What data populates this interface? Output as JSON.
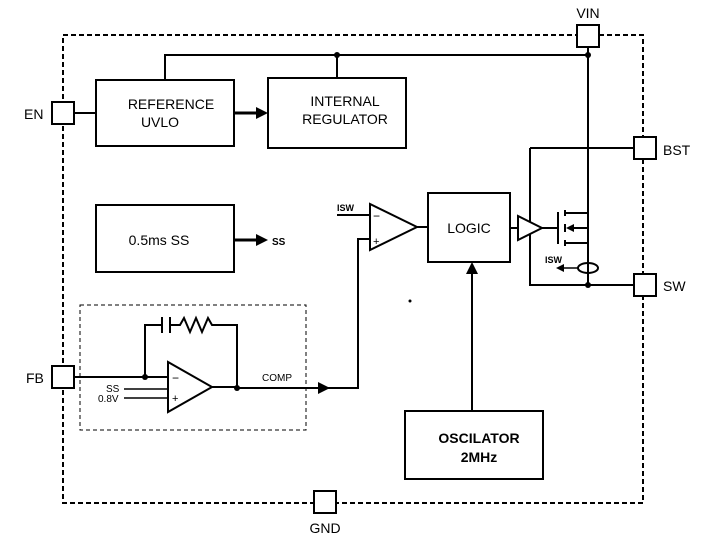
{
  "pins": {
    "vin": "VIN",
    "en": "EN",
    "bst": "BST",
    "sw": "SW",
    "fb": "FB",
    "gnd": "GND"
  },
  "blocks": {
    "reference_line1": "REFERENCE",
    "reference_line2": "UVLO",
    "internal_line1": "INTERNAL",
    "internal_line2": "REGULATOR",
    "softstart": "0.5ms SS",
    "softstart_out": "SS",
    "logic": "LOGIC",
    "oscillator_line1": "OSCILATOR",
    "oscillator_line2": "2MHz"
  },
  "signals": {
    "isw_comparator": "ISW",
    "isw_sense": "ISW",
    "comp": "COMP",
    "ss_input": "SS",
    "vref": "0.8V"
  },
  "symbols": {
    "minus": "−",
    "plus": "+"
  }
}
